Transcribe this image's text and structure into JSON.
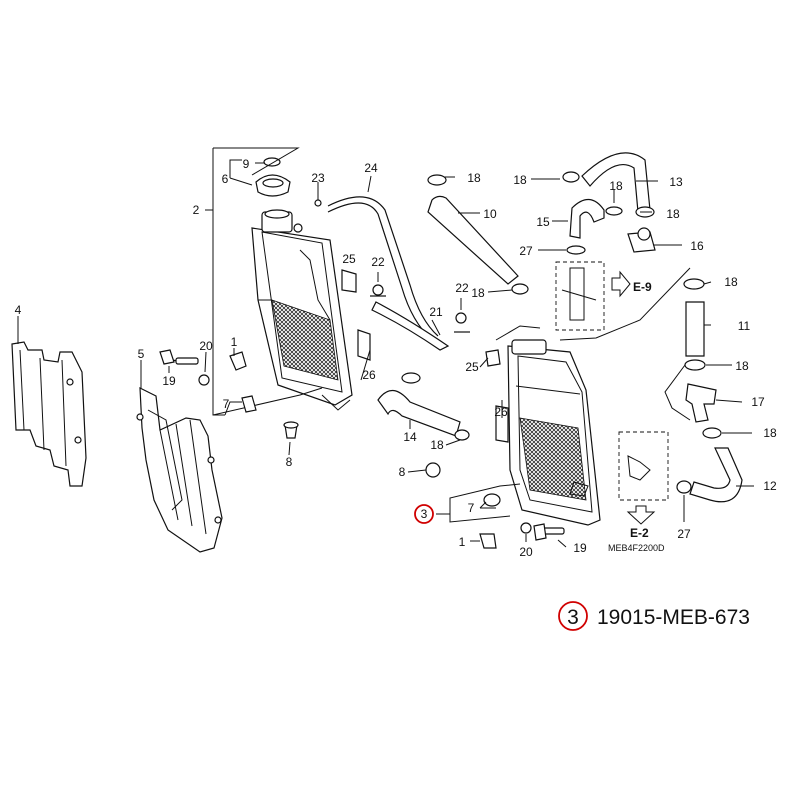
{
  "diagram": {
    "code": "MEB4F2200D",
    "refs": {
      "e9": "E-9",
      "e2": "E-2"
    },
    "highlight": {
      "number": "3",
      "part_number": "19015-MEB-673"
    },
    "callouts": [
      {
        "id": "c9",
        "text": "9"
      },
      {
        "id": "c6",
        "text": "6"
      },
      {
        "id": "c2",
        "text": "2"
      },
      {
        "id": "c23",
        "text": "23"
      },
      {
        "id": "c24",
        "text": "24"
      },
      {
        "id": "c18a",
        "text": "18"
      },
      {
        "id": "c18b",
        "text": "18"
      },
      {
        "id": "c13",
        "text": "13"
      },
      {
        "id": "c18c",
        "text": "18"
      },
      {
        "id": "c10",
        "text": "10"
      },
      {
        "id": "c15",
        "text": "15"
      },
      {
        "id": "c18d",
        "text": "18"
      },
      {
        "id": "c27a",
        "text": "27"
      },
      {
        "id": "c16",
        "text": "16"
      },
      {
        "id": "c25a",
        "text": "25"
      },
      {
        "id": "c22a",
        "text": "22"
      },
      {
        "id": "c18e",
        "text": "18"
      },
      {
        "id": "c22b",
        "text": "22"
      },
      {
        "id": "c18f",
        "text": "18"
      },
      {
        "id": "c4",
        "text": "4"
      },
      {
        "id": "c21",
        "text": "21"
      },
      {
        "id": "c11",
        "text": "11"
      },
      {
        "id": "c5",
        "text": "5"
      },
      {
        "id": "c20a",
        "text": "20"
      },
      {
        "id": "c1a",
        "text": "1"
      },
      {
        "id": "c19a",
        "text": "19"
      },
      {
        "id": "c26a",
        "text": "26"
      },
      {
        "id": "c25b",
        "text": "25"
      },
      {
        "id": "c18g",
        "text": "18"
      },
      {
        "id": "c7a",
        "text": "7"
      },
      {
        "id": "c17",
        "text": "17"
      },
      {
        "id": "c26b",
        "text": "26"
      },
      {
        "id": "c14",
        "text": "14"
      },
      {
        "id": "c18h",
        "text": "18"
      },
      {
        "id": "c18i",
        "text": "18"
      },
      {
        "id": "c8a",
        "text": "8"
      },
      {
        "id": "c8b",
        "text": "8"
      },
      {
        "id": "c12",
        "text": "12"
      },
      {
        "id": "c3",
        "text": "3"
      },
      {
        "id": "c7b",
        "text": "7"
      },
      {
        "id": "c27b",
        "text": "27"
      },
      {
        "id": "c1b",
        "text": "1"
      },
      {
        "id": "c20b",
        "text": "20"
      },
      {
        "id": "c19b",
        "text": "19"
      }
    ]
  }
}
